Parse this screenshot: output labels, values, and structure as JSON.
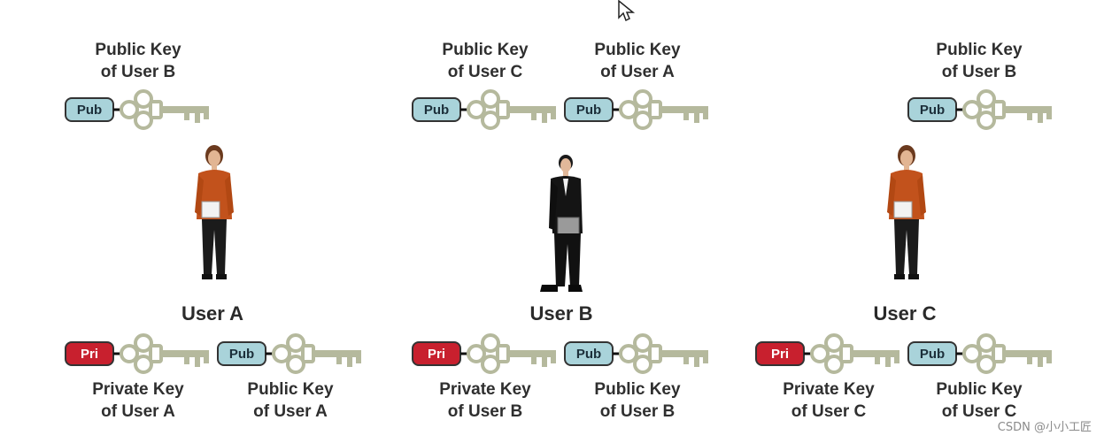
{
  "captions": {
    "top_a": [
      "Public Key",
      "of User B"
    ],
    "top_b1": [
      "Public Key",
      "of User C"
    ],
    "top_b2": [
      "Public Key",
      "of User A"
    ],
    "top_c": [
      "Public Key",
      "of User B"
    ],
    "bot_a1": [
      "Private Key",
      "of User A"
    ],
    "bot_a2": [
      "Public Key",
      "of User A"
    ],
    "bot_b1": [
      "Private Key",
      "of User B"
    ],
    "bot_b2": [
      "Public Key",
      "of User B"
    ],
    "bot_c1": [
      "Private Key",
      "of User C"
    ],
    "bot_c2": [
      "Public Key",
      "of User C"
    ]
  },
  "users": {
    "a": "User A",
    "b": "User B",
    "c": "User C"
  },
  "tags": {
    "pub": "Pub",
    "pri": "Pri"
  },
  "watermark": "CSDN @小小工匠",
  "colors": {
    "pub_fill": "#a9d3da",
    "pri_fill": "#c8202e",
    "key_metal": "#b5b99d",
    "shirt": "#c2521c",
    "suit": "#141414"
  }
}
